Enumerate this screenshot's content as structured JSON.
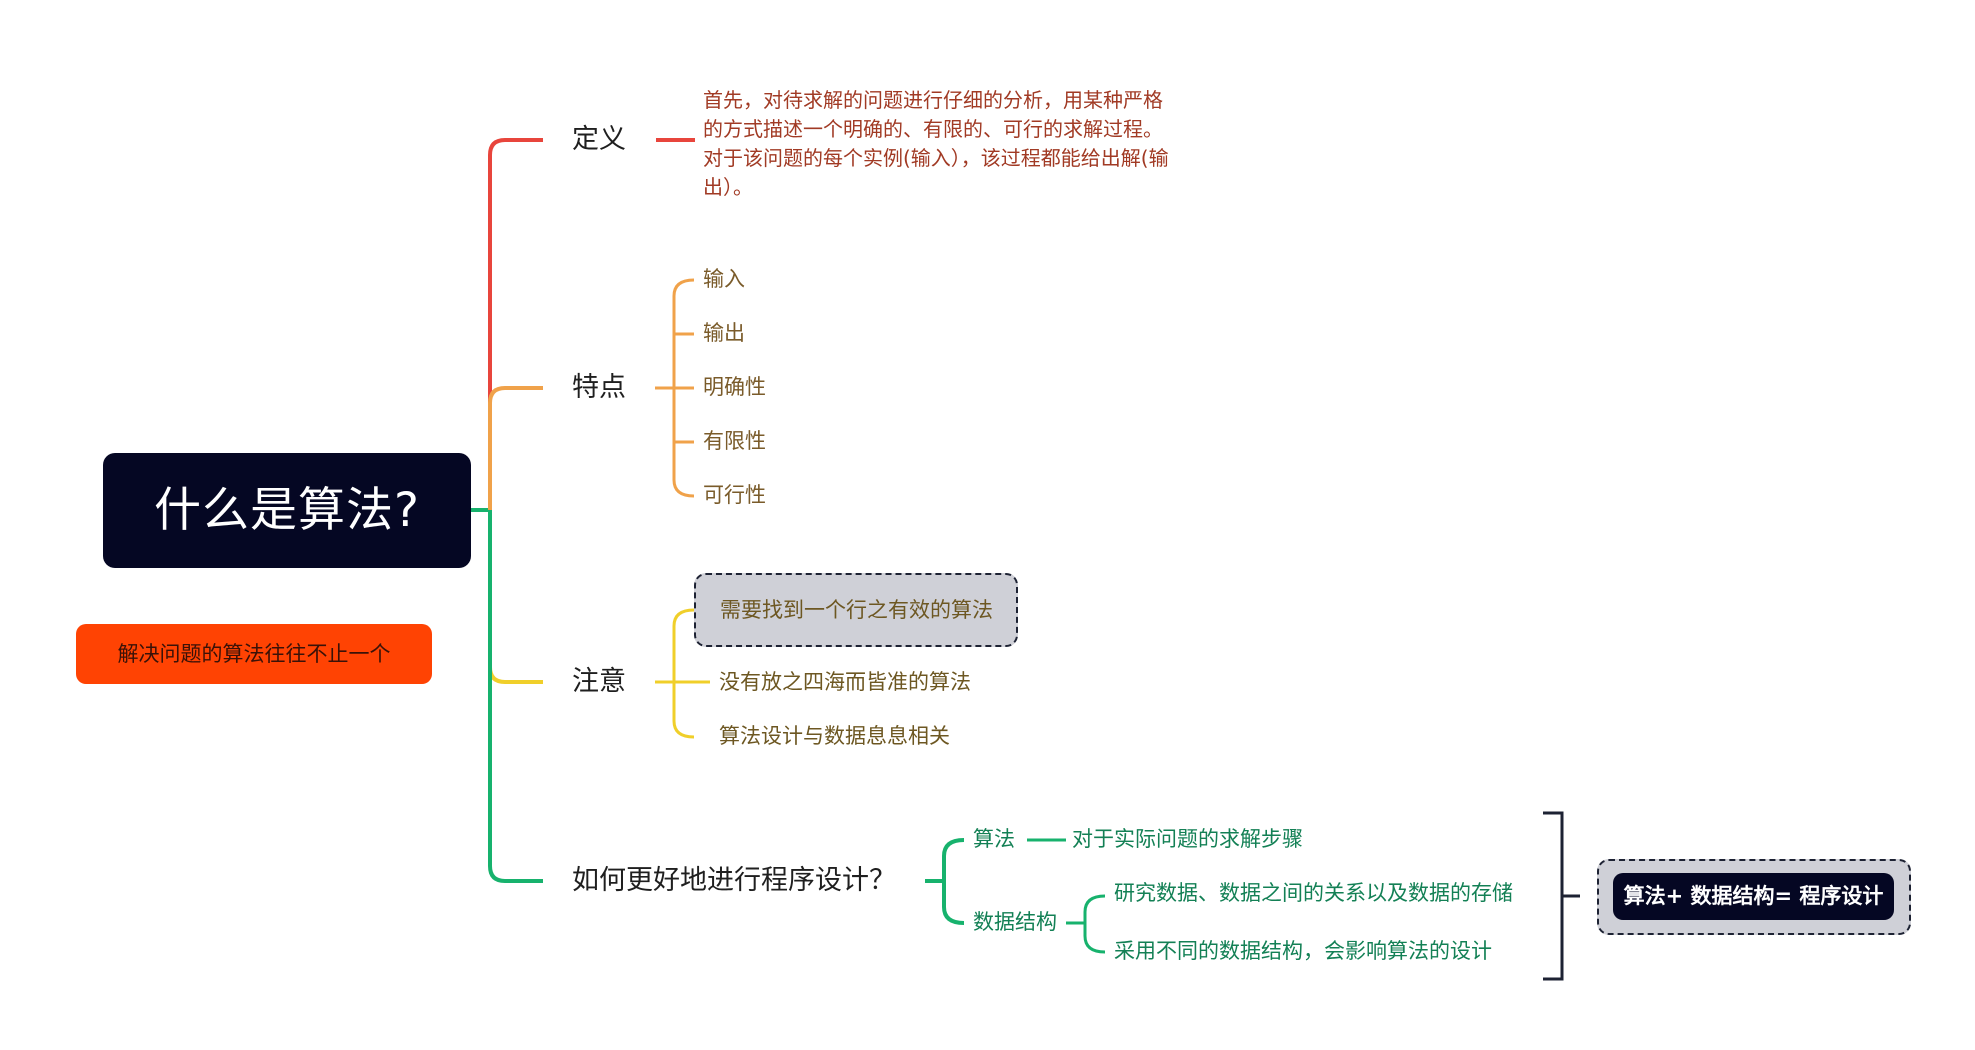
{
  "root": {
    "label": "什么是算法?"
  },
  "floating_note": {
    "label": "解决问题的算法往往不止一个"
  },
  "branches": {
    "definition": {
      "label": "定义",
      "text": "首先，对待求解的问题进行仔细的分析，用某种严格的方式描述一个明确的、有限的、可行的求解过程。对于该问题的每个实例(输入），该过程都能给出解(输出）。",
      "color": "#e8453c"
    },
    "features": {
      "label": "特点",
      "color": "#f0a24a",
      "items": [
        "输入",
        "输出",
        "明确性",
        "有限性",
        "可行性"
      ]
    },
    "notes": {
      "label": "注意",
      "color": "#f0cf2a",
      "items": [
        "需要找到一个行之有效的算法",
        "没有放之四海而皆准的算法",
        "算法设计与数据息息相关"
      ]
    },
    "design": {
      "label": "如何更好地进行程序设计？",
      "color": "#17b26d",
      "algorithm": {
        "label": "算法",
        "desc": "对于实际问题的求解步骤"
      },
      "data_structure": {
        "label": "数据结构",
        "items": [
          "研究数据、数据之间的关系以及数据的存储",
          "采用不同的数据结构，会影响算法的设计"
        ]
      },
      "summary": "算法+ 数据结构= 程序设计"
    }
  },
  "colors": {
    "root_bg": "#050723",
    "floating_bg": "#ff4303",
    "definition_text": "#a13a24",
    "features_text": "#7a5b2a",
    "notes_text": "#6d5722",
    "design_text": "#138055",
    "summary_bracket": "#1d2233"
  }
}
